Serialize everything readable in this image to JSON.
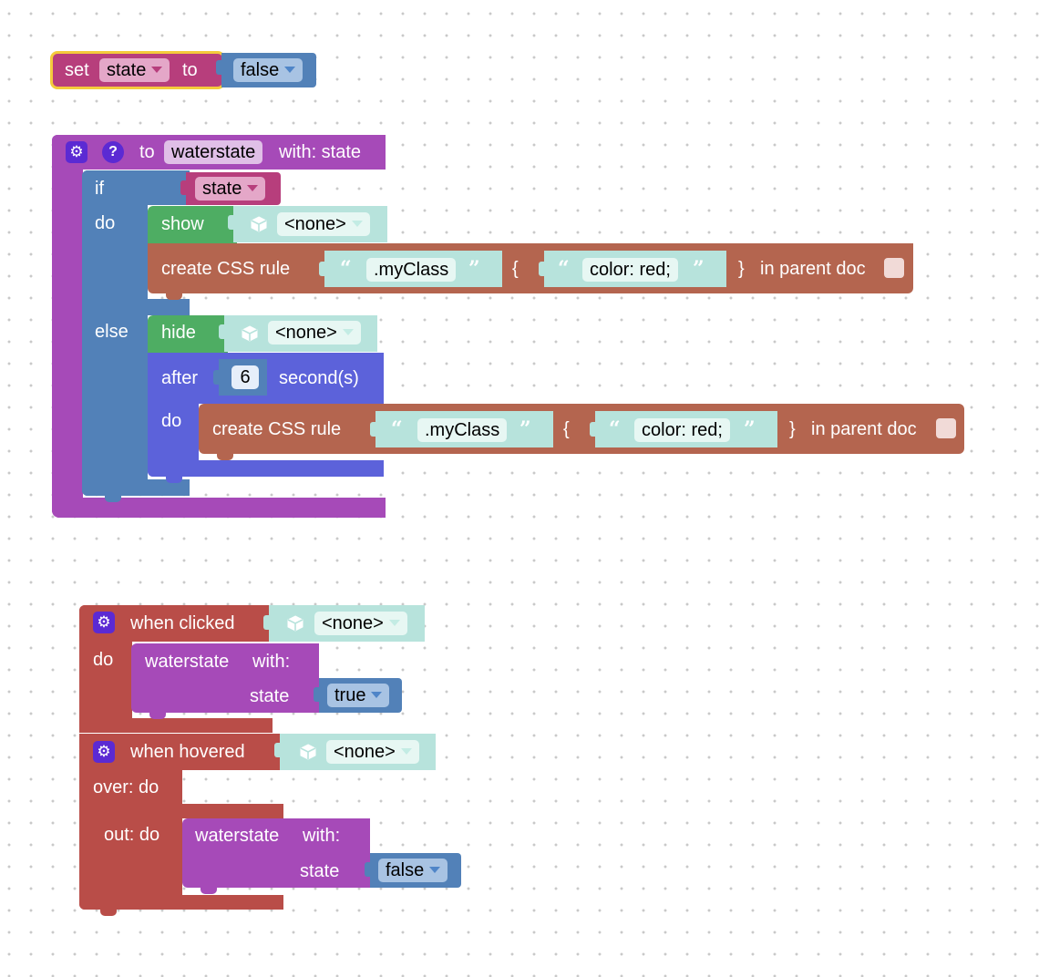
{
  "colors": {
    "variable": "#b73e7c",
    "logic_blue": "#5281b8",
    "procedure": "#a64ab8",
    "event_red": "#b94d48",
    "show_green": "#4ead63",
    "css_brown": "#b4654f",
    "timer_indigo": "#5c62da",
    "object_cyan": "#b7e3dc",
    "gear_purple": "#5b2ad3",
    "dropdown_highlight": "#f4cb3c"
  },
  "set_block": {
    "set_label": "set",
    "variable": "state",
    "to_label": "to",
    "value": "false"
  },
  "procedure": {
    "to_label": "to",
    "name": "waterstate",
    "with_label": "with: state",
    "if_label": "if",
    "condition": "state",
    "do_label": "do",
    "else_label": "else",
    "show": {
      "label": "show",
      "target": "<none>"
    },
    "css_rule_1": {
      "label": "create CSS rule",
      "selector": ".myClass",
      "open_brace": "{",
      "declaration": "color: red;",
      "close_brace": "}",
      "suffix": "in parent doc"
    },
    "hide": {
      "label": "hide",
      "target": "<none>"
    },
    "after": {
      "label": "after",
      "seconds": "6",
      "unit": "second(s)",
      "do_label": "do"
    },
    "css_rule_2": {
      "label": "create CSS rule",
      "selector": ".myClass",
      "open_brace": "{",
      "declaration": "color: red;",
      "close_brace": "}",
      "suffix": "in parent doc"
    }
  },
  "when_clicked": {
    "label": "when clicked",
    "target": "<none>",
    "do_label": "do",
    "call_name": "waterstate",
    "call_with": "with:",
    "param": "state",
    "value": "true"
  },
  "when_hovered": {
    "label": "when hovered",
    "target": "<none>",
    "over_label": "over: do",
    "out_label": "out: do",
    "call_name": "waterstate",
    "call_with": "with:",
    "param": "state",
    "value": "false"
  },
  "icons": {
    "gear": "gear-icon",
    "help": "help-icon",
    "cube": "cube-icon",
    "dropdown": "dropdown-arrow-icon",
    "quote_open": "open-quote-icon",
    "quote_close": "close-quote-icon",
    "checkbox": "checkbox-icon"
  },
  "glyphs": {
    "gear": "⚙",
    "help": "?",
    "quote_open": "“",
    "quote_close": "”"
  }
}
